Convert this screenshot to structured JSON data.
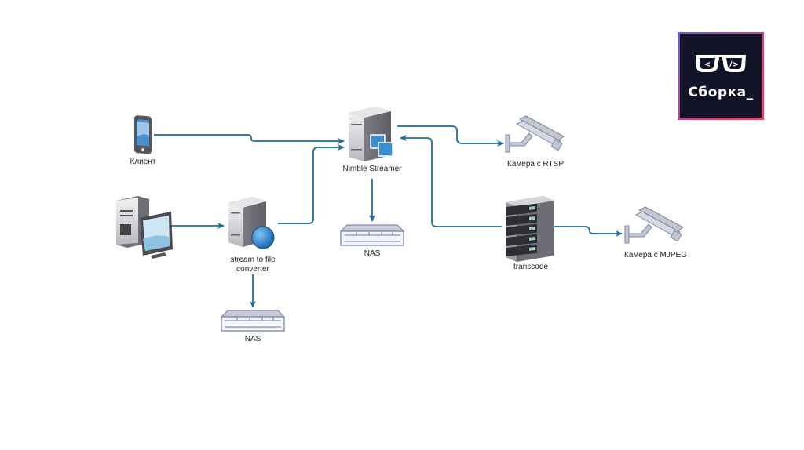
{
  "diagram": {
    "nodes": [
      {
        "id": "client",
        "label": "Клиент",
        "icon": "smartphone-icon"
      },
      {
        "id": "workstation",
        "label": "",
        "icon": "desktop-computer-icon"
      },
      {
        "id": "converter",
        "label": "stream to file\nconverter",
        "icon": "server-globe-icon"
      },
      {
        "id": "nas1",
        "label": "NAS",
        "icon": "nas-icon"
      },
      {
        "id": "nimble",
        "label": "Nimble Streamer",
        "icon": "server-windows-icon"
      },
      {
        "id": "nas2",
        "label": "NAS",
        "icon": "nas-icon"
      },
      {
        "id": "camera_rtsp",
        "label": "Камера с RTSP",
        "icon": "camera-icon"
      },
      {
        "id": "transcode",
        "label": "transcode",
        "icon": "rack-server-icon"
      },
      {
        "id": "camera_mjpeg",
        "label": "Камера с MJPEG",
        "icon": "camera-icon"
      }
    ],
    "edges": [
      {
        "from": "client",
        "to": "nimble"
      },
      {
        "from": "workstation",
        "to": "converter"
      },
      {
        "from": "converter",
        "to": "nimble"
      },
      {
        "from": "converter",
        "to": "nas1"
      },
      {
        "from": "nimble",
        "to": "nas2"
      },
      {
        "from": "nimble",
        "to": "camera_rtsp"
      },
      {
        "from": "transcode",
        "to": "nimble"
      },
      {
        "from": "transcode",
        "to": "camera_mjpeg"
      }
    ],
    "edge_color": "#1f6e96"
  },
  "logo": {
    "text": "Сборка_",
    "left_glyph": "<",
    "right_glyph": "/>"
  }
}
